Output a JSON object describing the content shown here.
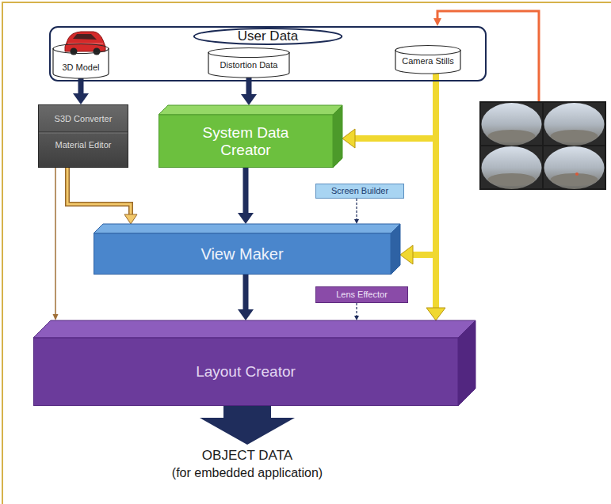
{
  "diagram": {
    "nodes": [
      {
        "text": [
          "User Data"
        ]
      },
      {
        "text": [
          "3D Model"
        ],
        "in": 0
      },
      {
        "text": [
          "Distortion Data"
        ],
        "in": 0
      },
      {
        "text": [
          "Camera Stills"
        ],
        "in": 0
      },
      {
        "text": [
          "S3D Converter",
          "Material Editor"
        ]
      },
      {
        "text": [
          "System Data Creator"
        ]
      },
      {
        "text": [
          "Screen Builder"
        ]
      },
      {
        "text": [
          "View Maker"
        ]
      },
      {
        "text": [
          "Lens Effector"
        ]
      },
      {
        "text": [
          "Layout Creator"
        ]
      }
    ],
    "edges": [
      {
        "from": 1,
        "to": 4,
        "arrow": "to"
      },
      {
        "from": 4,
        "to": 7,
        "arrow": "to"
      },
      {
        "from": 4,
        "to": 9,
        "arrow": "to"
      },
      {
        "from": 2,
        "to": 5,
        "arrow": "to"
      },
      {
        "from": 5,
        "to": 7,
        "arrow": "to"
      },
      {
        "from": 7,
        "to": 9,
        "arrow": "to"
      },
      {
        "from": 3,
        "to": 5,
        "arrow": "to"
      },
      {
        "from": 3,
        "to": 7,
        "arrow": "to"
      },
      {
        "from": 3,
        "to": 9,
        "arrow": "to"
      },
      {
        "from": 6,
        "to": 7,
        "arrow": "to"
      },
      {
        "from": 8,
        "to": 9,
        "arrow": "to"
      }
    ],
    "labels": [
      "OBJECT DATA",
      "(for embedded application)"
    ]
  }
}
